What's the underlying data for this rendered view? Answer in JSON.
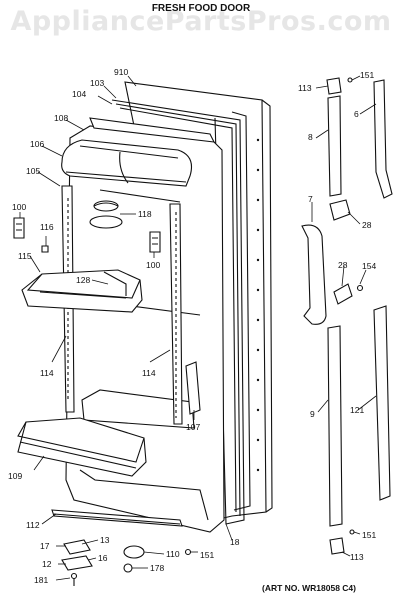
{
  "watermark": "AppliancePartsPros.com",
  "title": "FRESH FOOD DOOR",
  "art_number": "(ART NO. WR18058 C4)",
  "part_labels": {
    "p910": "910",
    "p103": "103",
    "p104": "104",
    "p108": "108",
    "p106": "106",
    "p105": "105",
    "p100a": "100",
    "p116": "116",
    "p115": "115",
    "p118": "118",
    "p100b": "100",
    "p128": "128",
    "p114a": "114",
    "p114b": "114",
    "p107": "107",
    "p109": "109",
    "p112": "112",
    "p17": "17",
    "p13": "13",
    "p16": "16",
    "p12": "12",
    "p181": "181",
    "p110": "110",
    "p178": "178",
    "p151a": "151",
    "p18": "18",
    "p113a": "113",
    "p151b": "151",
    "p6": "6",
    "p8": "8",
    "p7": "7",
    "p28a": "28",
    "p28b": "28",
    "p154": "154",
    "p9": "9",
    "p121": "121",
    "p151c": "151",
    "p113b": "113"
  }
}
